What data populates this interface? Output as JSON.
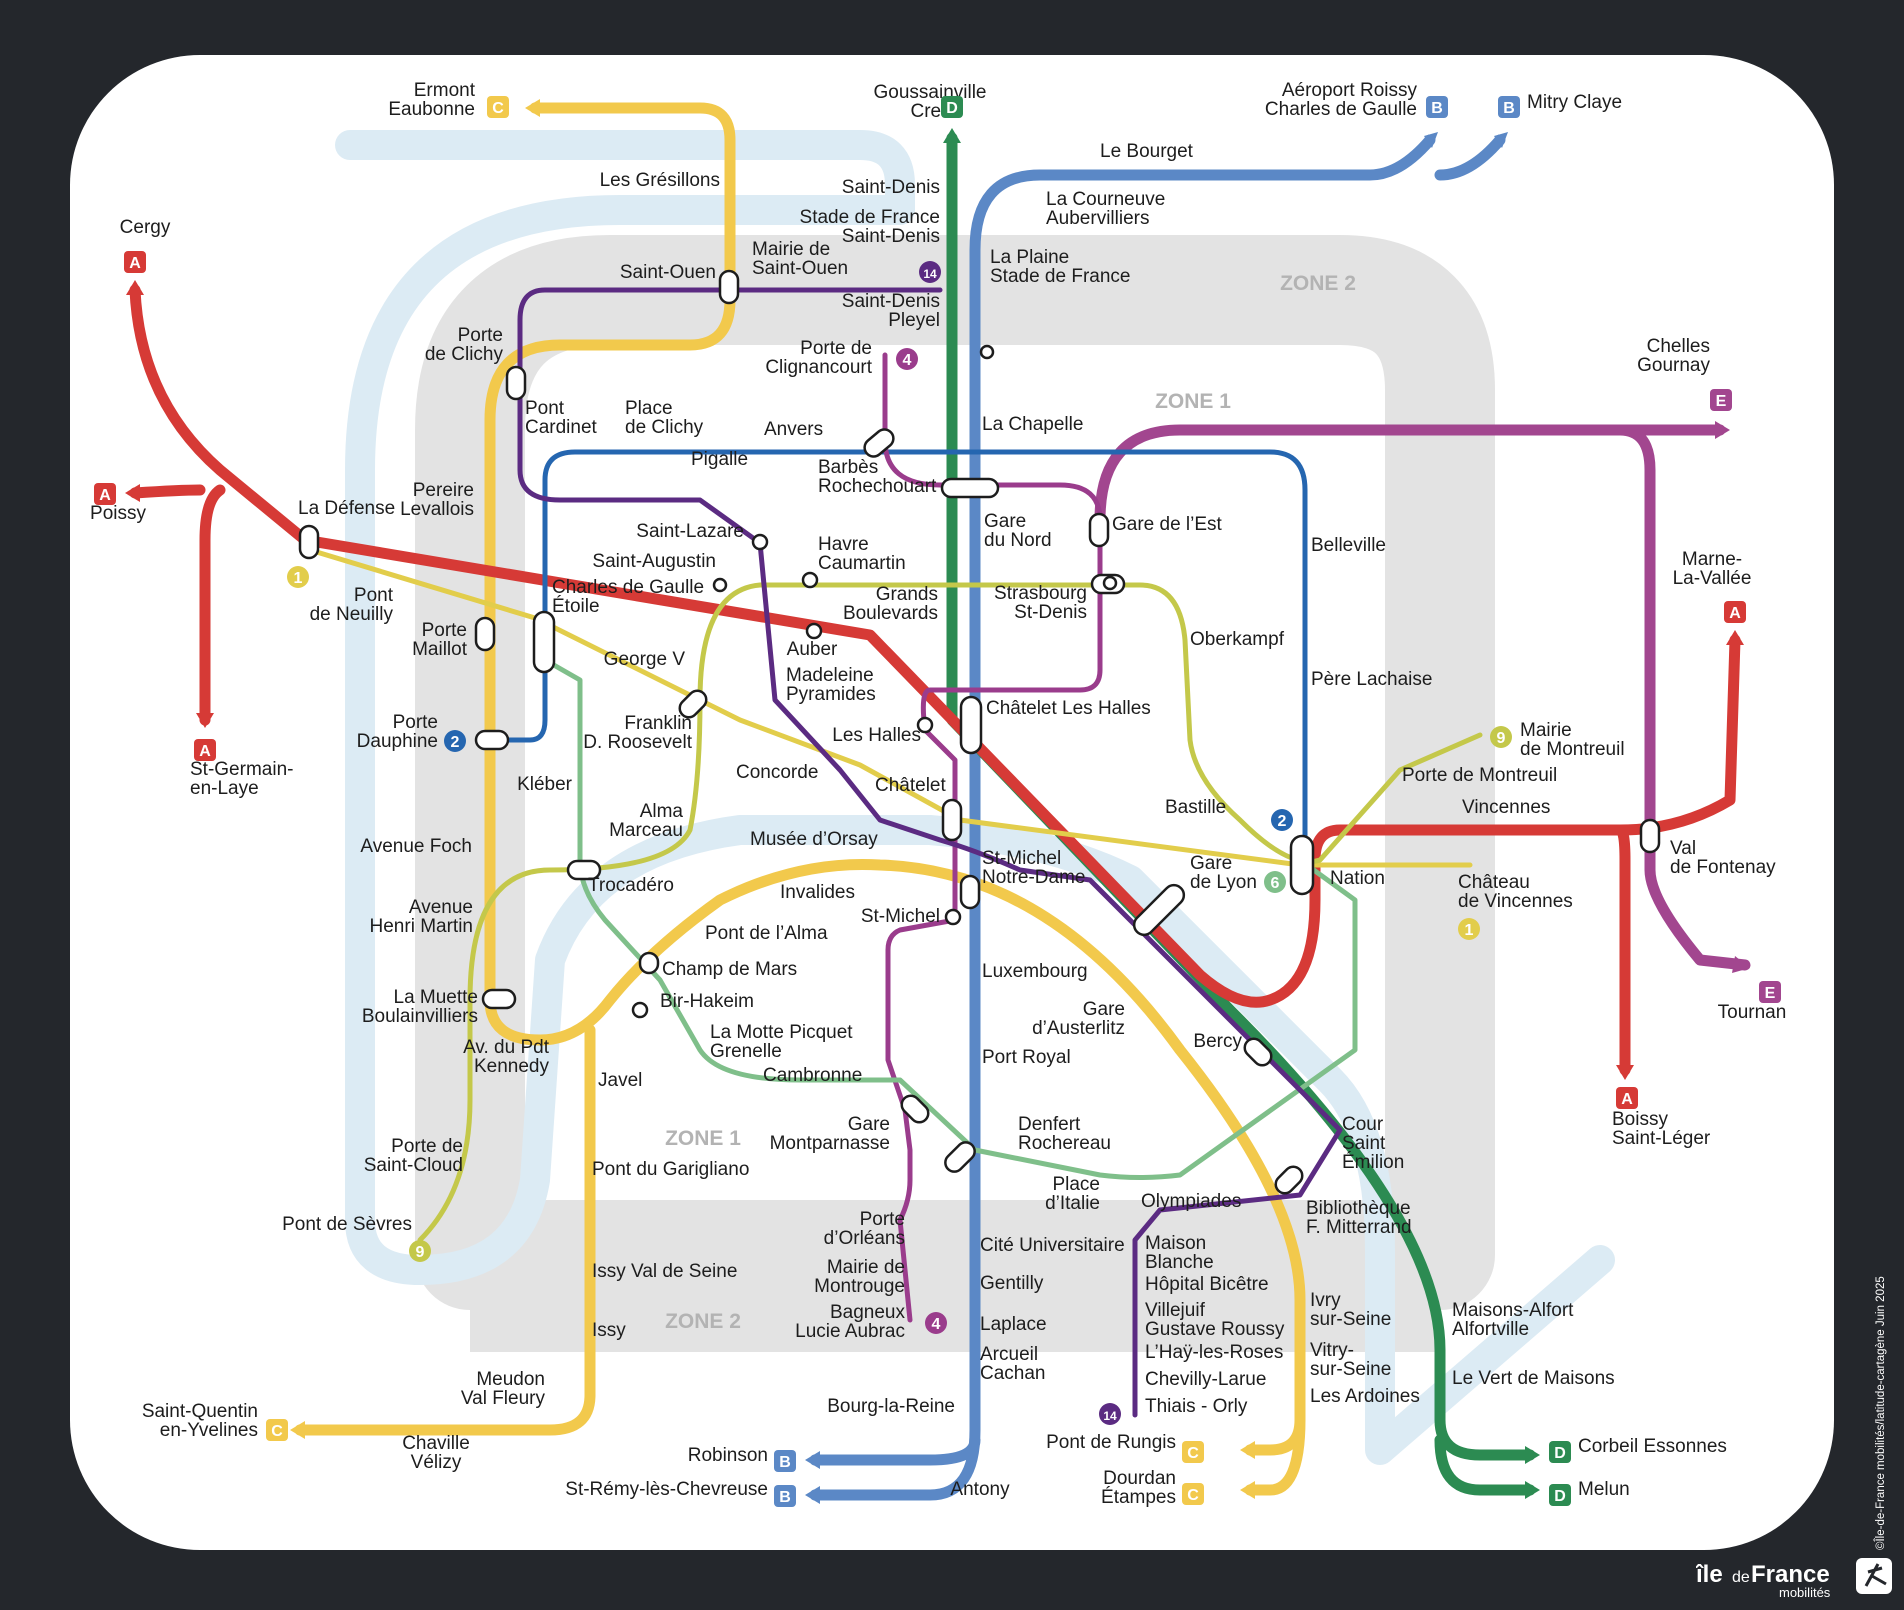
{
  "zones": [
    "ZONE 2",
    "ZONE 1",
    "ZONE 1",
    "ZONE 2"
  ],
  "colors": {
    "rer_a": "#d63a36",
    "rer_b": "#5b88c6",
    "rer_c": "#f2c94c",
    "rer_d": "#2c8b52",
    "rer_e": "#a2468f",
    "metro_1": "#e2cd4b",
    "metro_2": "#2566b0",
    "metro_4": "#9a3c8c",
    "metro_6": "#7fbf8a",
    "metro_9": "#c4c84a",
    "metro_14": "#5b2b82",
    "seine": "#dcebf4",
    "zone2_band": "#e3e3e3"
  },
  "line_badges": [
    "A",
    "A",
    "A",
    "A",
    "A",
    "B",
    "B",
    "B",
    "B",
    "C",
    "C",
    "C",
    "C",
    "D",
    "D",
    "D",
    "E",
    "E",
    "1",
    "1",
    "2",
    "2",
    "4",
    "4",
    "6",
    "9",
    "9",
    "14",
    "14"
  ],
  "stations": [
    [
      "Ermont",
      "Eaubonne"
    ],
    [
      "Goussainville",
      "Creil"
    ],
    [
      "Aéroport Roissy",
      "Charles de Gaulle"
    ],
    [
      "Mitry Claye"
    ],
    [
      "Les Grésillons"
    ],
    [
      "Saint-Denis"
    ],
    [
      "Stade de France",
      "Saint-Denis"
    ],
    [
      "Le Bourget"
    ],
    [
      "La Courneuve",
      "Aubervilliers"
    ],
    [
      "La Plaine",
      "Stade de France"
    ],
    [
      "Cergy"
    ],
    [
      "Mairie de",
      "Saint-Ouen"
    ],
    [
      "Saint-Ouen"
    ],
    [
      "Saint-Denis",
      "Pleyel"
    ],
    [
      "Porte",
      "de Clichy"
    ],
    [
      "Porte de",
      "Clignancourt"
    ],
    [
      "Chelles",
      "Gournay"
    ],
    [
      "Pont",
      "Cardinet"
    ],
    [
      "Place",
      "de Clichy"
    ],
    [
      "Anvers"
    ],
    [
      "La Chapelle"
    ],
    [
      "Pigalle"
    ],
    [
      "Barbès",
      "Rochechouart"
    ],
    [
      "Poissy"
    ],
    [
      "Pereire",
      "Levallois"
    ],
    [
      "La Défense"
    ],
    [
      "Gare",
      "du Nord"
    ],
    [
      "Gare de l’Est"
    ],
    [
      "Belleville"
    ],
    [
      "Saint-Lazare"
    ],
    [
      "Havre",
      "Caumartin"
    ],
    [
      "Saint-Augustin"
    ],
    [
      "Marne-",
      "La-Vallée"
    ],
    [
      "Charles de Gaulle",
      "Étoile"
    ],
    [
      "Grands",
      "Boulevards"
    ],
    [
      "Strasbourg",
      "St-Denis"
    ],
    [
      "Pont",
      "de Neuilly"
    ],
    [
      "Porte",
      "Maillot"
    ],
    [
      "Oberkampf"
    ],
    [
      "Auber"
    ],
    [
      "George V"
    ],
    [
      "Madeleine",
      "Pyramides"
    ],
    [
      "Père Lachaise"
    ],
    [
      "Châtelet Les Halles"
    ],
    [
      "Franklin",
      "D. Roosevelt"
    ],
    [
      "Les Halles"
    ],
    [
      "Porte",
      "Dauphine"
    ],
    [
      "St-Germain-",
      "en-Laye"
    ],
    [
      "Mairie",
      "de Montreuil"
    ],
    [
      "Porte de Montreuil"
    ],
    [
      "Concorde"
    ],
    [
      "Kléber"
    ],
    [
      "Châtelet"
    ],
    [
      "Bastille"
    ],
    [
      "Vincennes"
    ],
    [
      "Alma",
      "Marceau"
    ],
    [
      "Musée d’Orsay"
    ],
    [
      "Avenue Foch"
    ],
    [
      "St-Michel",
      "Notre-Dame"
    ],
    [
      "Gare",
      "de Lyon"
    ],
    [
      "Nation"
    ],
    [
      "Val",
      "de Fontenay"
    ],
    [
      "Château",
      "de Vincennes"
    ],
    [
      "Trocadéro"
    ],
    [
      "Invalides"
    ],
    [
      "Avenue",
      "Henri Martin"
    ],
    [
      "St-Michel"
    ],
    [
      "Pont de l’Alma"
    ],
    [
      "Champ de Mars"
    ],
    [
      "La Muette",
      "Boulainvilliers"
    ],
    [
      "Luxembourg"
    ],
    [
      "Bir-Hakeim"
    ],
    [
      "Gare",
      "d’Austerlitz"
    ],
    [
      "La Motte Picquet",
      "Grenelle"
    ],
    [
      "Av. du Pdt",
      "Kennedy"
    ],
    [
      "Bercy"
    ],
    [
      "Port Royal"
    ],
    [
      "Cambronne"
    ],
    [
      "Javel"
    ],
    [
      "Tournan"
    ],
    [
      "Boissy",
      "Saint-Léger"
    ],
    [
      "Gare",
      "Montparnasse"
    ],
    [
      "Denfert",
      "Rochereau"
    ],
    [
      "Cour",
      "Saint",
      "Émilion"
    ],
    [
      "Porte de",
      "Saint-Cloud"
    ],
    [
      "Pont du Garigliano"
    ],
    [
      "Place",
      "d’Italie"
    ],
    [
      "Olympiades"
    ],
    [
      "Bibliothèque",
      "F. Mitterrand"
    ],
    [
      "Pont de Sèvres"
    ],
    [
      "Porte",
      "d’Orléans"
    ],
    [
      "Cité Universitaire"
    ],
    [
      "Maison",
      "Blanche"
    ],
    [
      "Issy Val de Seine"
    ],
    [
      "Mairie de",
      "Montrouge"
    ],
    [
      "Gentilly"
    ],
    [
      "Hôpital Bicêtre"
    ],
    [
      "Villejuif",
      "Gustave Roussy"
    ],
    [
      "Ivry",
      "sur-Seine"
    ],
    [
      "Maisons-Alfort",
      "Alfortville"
    ],
    [
      "Bagneux",
      "Lucie Aubrac"
    ],
    [
      "Laplace"
    ],
    [
      "Issy"
    ],
    [
      "L’Haÿ-les-Roses"
    ],
    [
      "Vitry-",
      "sur-Seine"
    ],
    [
      "Arcueil",
      "Cachan"
    ],
    [
      "Meudon",
      "Val Fleury"
    ],
    [
      "Chevilly-Larue"
    ],
    [
      "Le Vert de Maisons"
    ],
    [
      "Les Ardoines"
    ],
    [
      "Saint-Quentin",
      "en-Yvelines"
    ],
    [
      "Thiais - Orly"
    ],
    [
      "Bourg-la-Reine"
    ],
    [
      "Chaville",
      "Vélizy"
    ],
    [
      "Pont de Rungis"
    ],
    [
      "Corbeil Essonnes"
    ],
    [
      "Robinson"
    ],
    [
      "Dourdan",
      "Étampes"
    ],
    [
      "St-Rémy-lès-Chevreuse"
    ],
    [
      "Antony"
    ],
    [
      "Melun"
    ]
  ],
  "credit": "©Île-de-France mobilités/latitude-cartagène Juin 2025",
  "logo": {
    "brand_a": "île",
    "brand_b": "de",
    "brand_c": "France",
    "sub": "mobilités"
  }
}
